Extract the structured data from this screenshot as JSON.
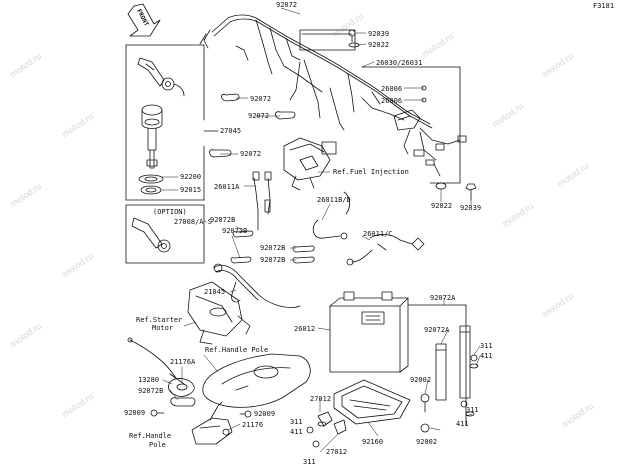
{
  "diagram_code": "F3181",
  "front_label": "FRONT",
  "option_label": "(OPTION)",
  "watermark": "motod.ru",
  "colors": {
    "ink": "#111111",
    "watermark": "#d6d6d6",
    "background": "#ffffff"
  },
  "labels": {
    "p92072_top": "92072",
    "p92039_a": "92039",
    "p92022_a": "92022",
    "p26030": "26030/26031",
    "p26006_a": "26006",
    "p26006_b": "26006",
    "p92072_b": "92072",
    "p92072_c": "92072",
    "p27045": "27045",
    "p92072_d": "92072",
    "ref_fuel": "Ref.Fuel Injection",
    "p92200": "92200",
    "p92015": "92015",
    "p26011a": "26011A",
    "p92022_b": "92022",
    "p92039_b": "92039",
    "p26011bd": "26011B/D",
    "p27008": "27008/A-S",
    "p92072b_a": "92072B",
    "p92072b_b": "92072B",
    "p26011c": "26011/C",
    "p92072b_c": "92072B",
    "p92072b_d": "92072B",
    "p21045": "21045",
    "p92072a_a": "92072A",
    "ref_starter_1": "Ref.Starter",
    "ref_starter_2": "Motor",
    "p26012": "26012",
    "p92072a_b": "92072A",
    "ref_handle_1": "Ref.Handle Pole",
    "p21176a": "21176A",
    "p311_a": "311",
    "p411_a": "411",
    "p13280": "13280",
    "p92072b_e": "92072B",
    "p92002_a": "92002",
    "p27012_a": "27012",
    "p92009_a": "92009",
    "p92009_b": "92009",
    "p21176": "21176",
    "p311_b": "311",
    "p411_b": "411",
    "ref_handle_2": "Ref.Handle",
    "ref_handle_3": "Pole",
    "p311_c": "311",
    "p92160": "92160",
    "p92002_b": "92002",
    "p411_c": "411",
    "p27012_b": "27012",
    "p311_d": "311"
  }
}
